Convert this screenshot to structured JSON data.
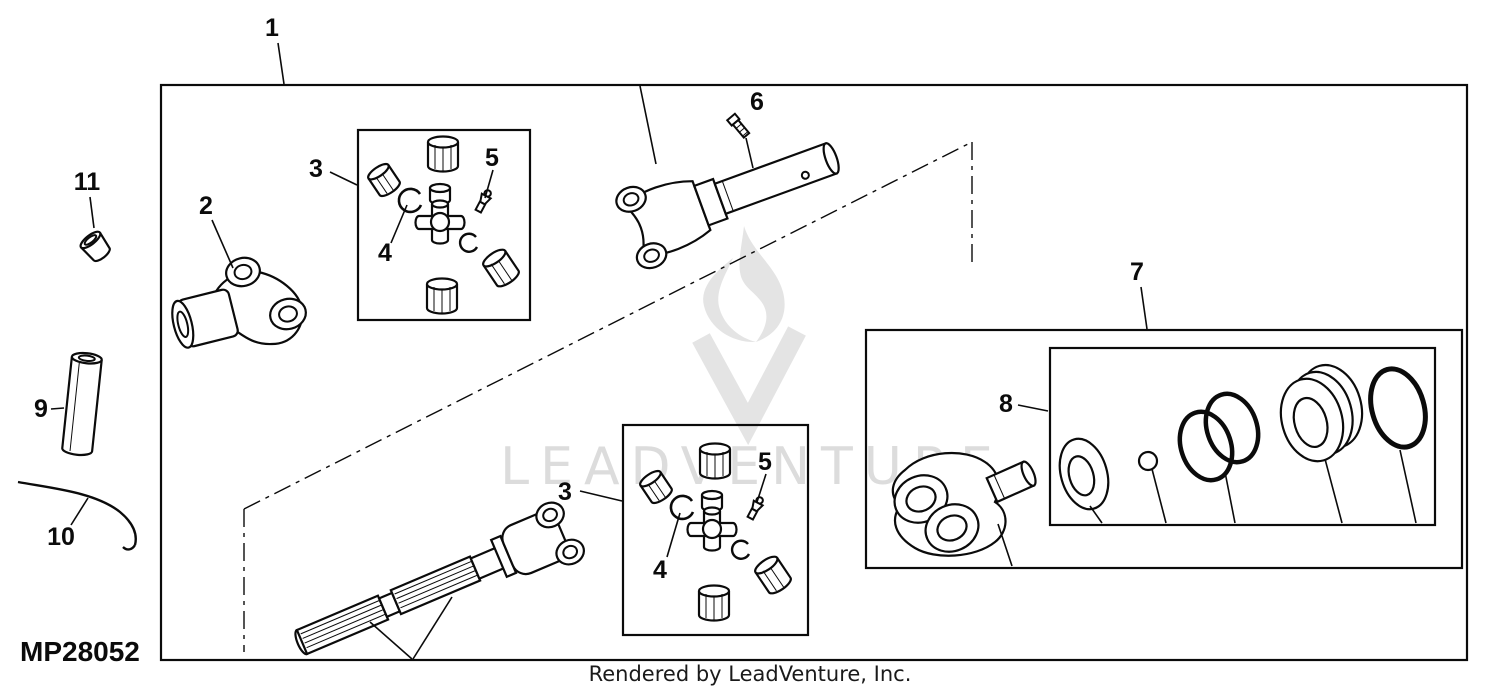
{
  "diagram": {
    "code": "MP28052",
    "credit": "Rendered by LeadVenture, Inc.",
    "watermark": "LEADVENTURE",
    "colors": {
      "line": "#0b0b0b",
      "watermark": "#dcdcdc",
      "background": "#ffffff"
    },
    "callouts": {
      "n1": "1",
      "n2": "2",
      "n3_top": "3",
      "n4_top": "4",
      "n5_top": "5",
      "n6": "6",
      "n7": "7",
      "n8": "8",
      "n9": "9",
      "n10": "10",
      "n11": "11",
      "n3_bottom": "3",
      "n4_bottom": "4",
      "n5_bottom": "5"
    }
  }
}
